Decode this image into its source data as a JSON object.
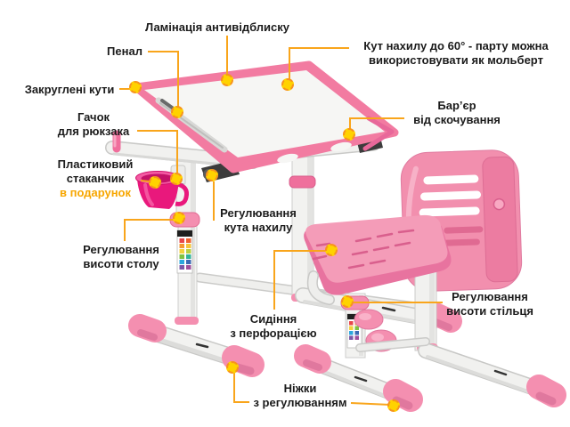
{
  "callouts": {
    "laminate": {
      "lines": [
        "Ламінація антивідблиску"
      ]
    },
    "pencil_case": {
      "lines": [
        "Пенал"
      ]
    },
    "rounded_corners": {
      "lines": [
        "Закруглені кути"
      ]
    },
    "backpack_hook": {
      "lines": [
        "Гачок",
        "для рюкзака"
      ]
    },
    "plastic_cup": {
      "lines": [
        "Пластиковий",
        "стаканчик"
      ],
      "highlight_line": "в подарунок"
    },
    "desk_height": {
      "lines": [
        "Регулювання",
        "висоти столу"
      ]
    },
    "tilt_info": {
      "lines": [
        "Кут нахилу до 60° - парту можна",
        "використовувати як мольберт"
      ]
    },
    "barrier": {
      "lines": [
        "Бар’єр",
        "від скочування"
      ]
    },
    "tilt_adjust": {
      "lines": [
        "Регулювання",
        "кута нахилу"
      ]
    },
    "chair_height": {
      "lines": [
        "Регулювання",
        "висоти стільця"
      ]
    },
    "seat": {
      "lines": [
        "Сидіння",
        "з перфорацією"
      ]
    },
    "feet": {
      "lines": [
        "Ніжки",
        "з регулюванням"
      ]
    }
  },
  "colors": {
    "callout_line": "#F9A51B",
    "marker_fill": "#FFD200",
    "marker_ring": "#F7941D",
    "highlight_text": "#F7A600",
    "pink_main": "#F48FB0",
    "pink_dark": "#E06A92",
    "cup_magenta": "#E9187C",
    "label_text": "#1B1B1B",
    "background": "#FFFFFF"
  }
}
